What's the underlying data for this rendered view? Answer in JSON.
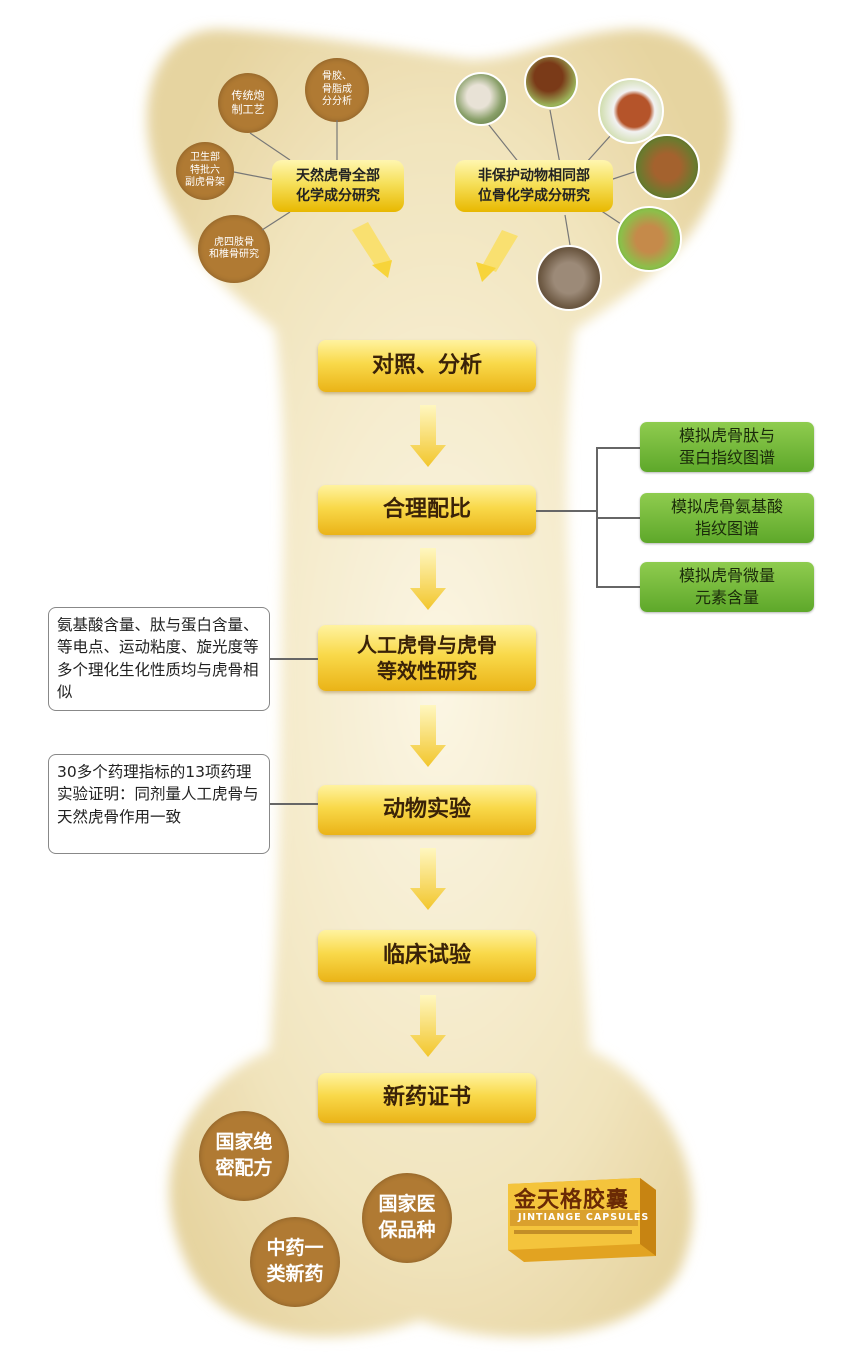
{
  "top_left": {
    "center_label": "天然虎骨全部\n化学成分研究",
    "circles": [
      "传统炮\n制工艺",
      "骨胶、\n骨脂成\n分分析",
      "卫生部\n特批六\n副虎骨架",
      "虎四肢骨\n和椎骨研究"
    ]
  },
  "top_right": {
    "center_label": "非保护动物相同部\n位骨化学成分研究",
    "animals": [
      "goat-photo",
      "horse-photo",
      "cow-photo",
      "deer-photo",
      "sika-deer-photo",
      "rabbit-photo"
    ]
  },
  "steps": [
    "对照、分析",
    "合理配比",
    "人工虎骨与虎骨\n等效性研究",
    "动物实验",
    "临床试验",
    "新药证书"
  ],
  "green_boxes": [
    "模拟虎骨肽与\n蛋白指纹图谱",
    "模拟虎骨氨基酸\n指纹图谱",
    "模拟虎骨微量\n元素含量"
  ],
  "notes": [
    "氨基酸含量、肽与蛋白含量、等电点、运动粘度、旋光度等多个理化生化性质均与虎骨相似",
    "30多个药理指标的13项药理实验证明：同剂量人工虎骨与天然虎骨作用一致"
  ],
  "bottom_circles": [
    "国家绝\n密配方",
    "中药一\n类新药",
    "国家医\n保品种"
  ],
  "product": {
    "name_cn": "金天格胶囊",
    "name_en": "JINTIANGE CAPSULES"
  },
  "colors": {
    "bone": "#f1e6c4",
    "step_gold": "#f2c12e",
    "circle_brown": "#b07a33",
    "green": "#6fb636"
  }
}
